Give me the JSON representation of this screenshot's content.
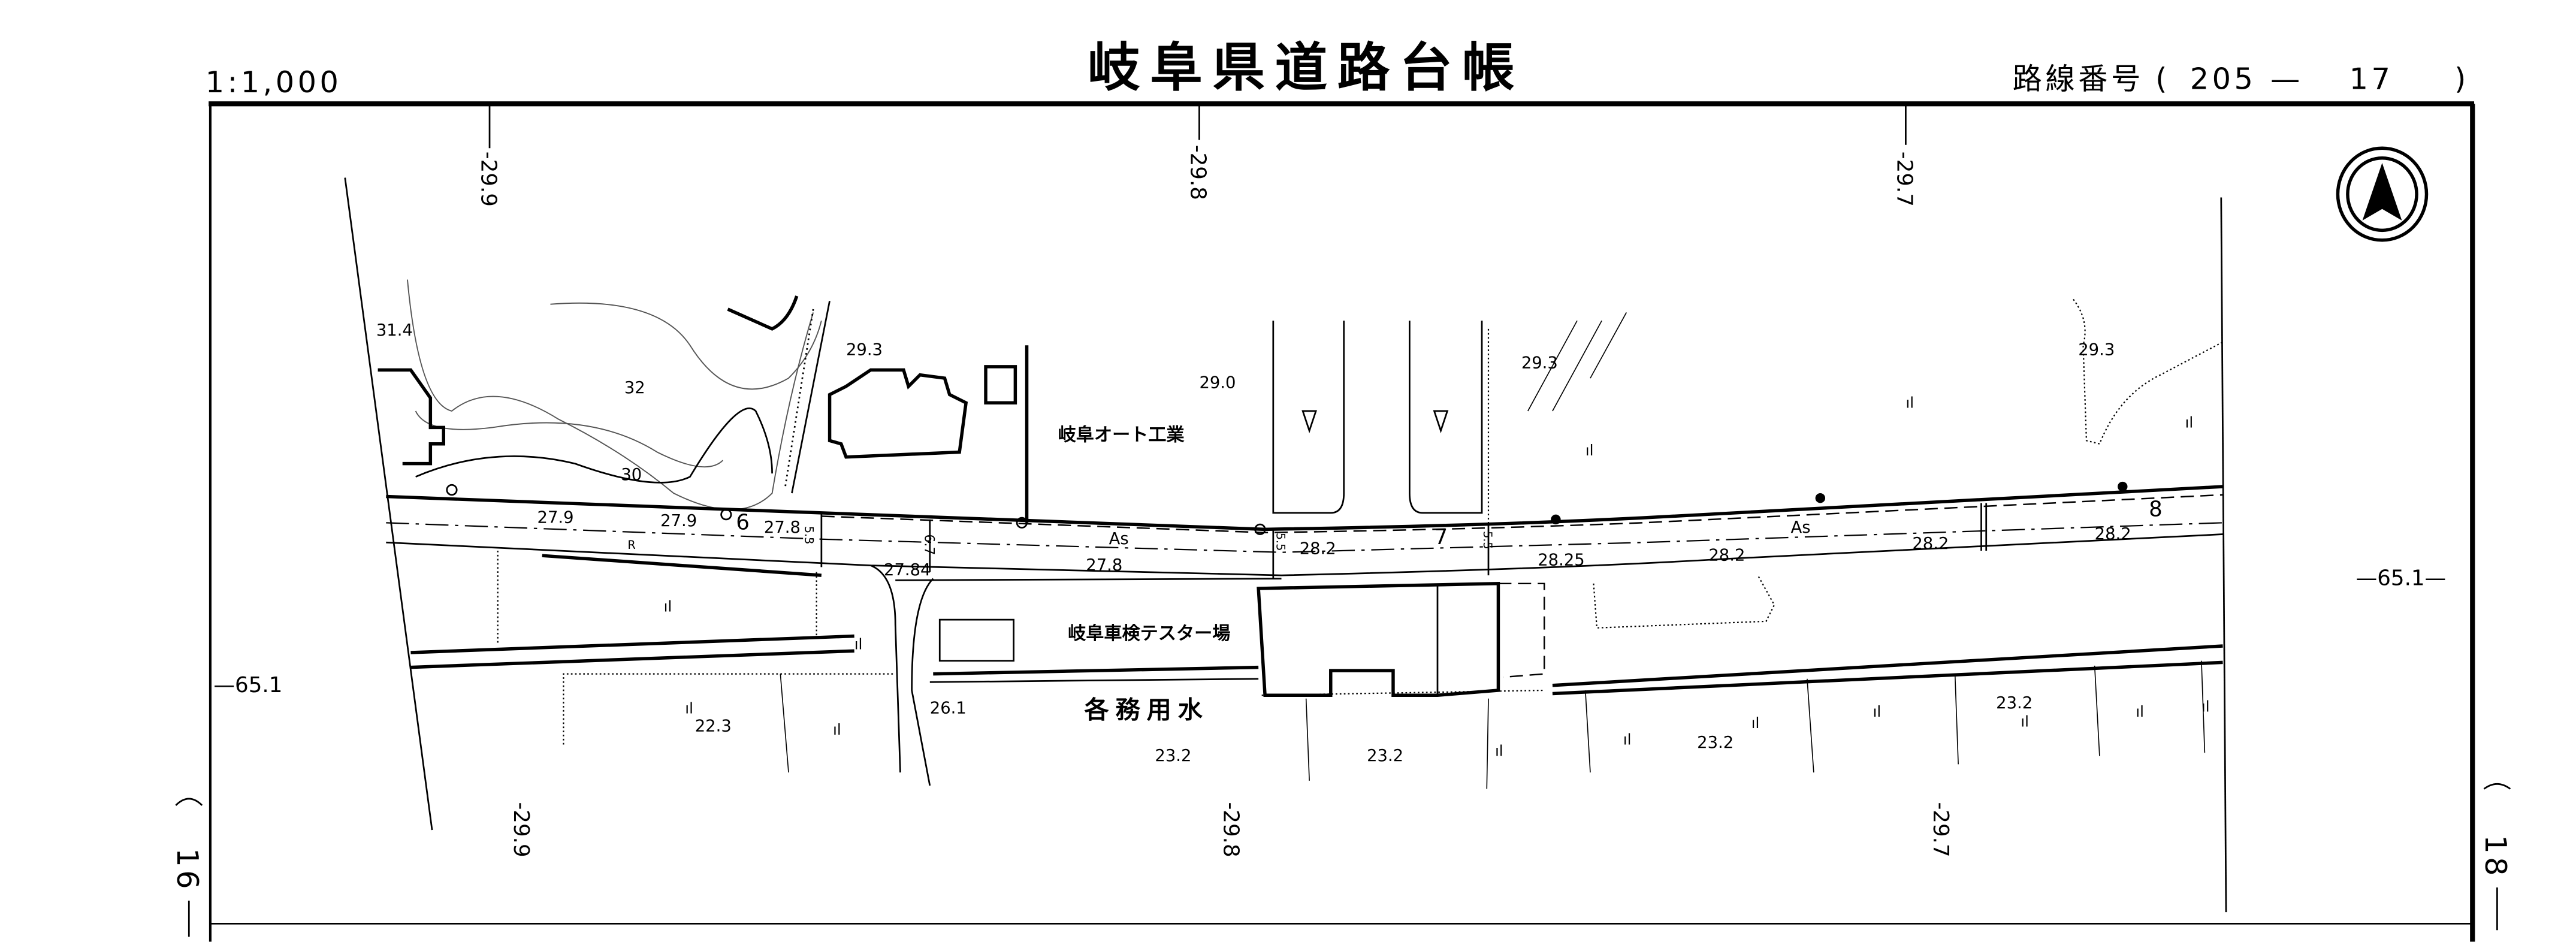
{
  "header": {
    "scale": "1:1,000",
    "title": "岐阜県道路台帳",
    "route_label": "路線番号",
    "route_open": "(",
    "route_number": "205",
    "route_sep": "—",
    "route_sub": "17",
    "route_close": ")"
  },
  "grid": {
    "top": [
      "-29.9",
      "-29.8",
      "-29.7"
    ],
    "bottom": [
      "-29.9",
      "-29.8",
      "-29.7"
    ],
    "left_y": "—65.1",
    "right_y": "—65.1—"
  },
  "sheets": {
    "left": "16",
    "right": "18"
  },
  "places": {
    "factory": "岐阜オート工業",
    "tester": "岐阜車検テスター場",
    "canal": "各務用水"
  },
  "road": {
    "surface": [
      "As",
      "As"
    ],
    "stations": [
      "6",
      "7",
      "8"
    ],
    "widths": [
      "5.3",
      "6.7",
      "5.5",
      "5.5"
    ],
    "marker_r": "R"
  },
  "elevations": [
    "31.4",
    "29.3",
    "29.0",
    "29.3",
    "29.3",
    "32",
    "30",
    "27.9",
    "27.9",
    "27.8",
    "27.84",
    "27.8",
    "28.2",
    "28.25",
    "28.2",
    "28.2",
    "28.2",
    "26.1",
    "22.3",
    "23.2",
    "23.2",
    "23.2",
    "23.2"
  ],
  "map_symbols": [
    "ıl",
    "ıl",
    "ıl",
    "ıl",
    "ıl",
    "ıl",
    "ıl",
    "ıl",
    "ıl",
    "ıl",
    "ıl",
    "ıl",
    "ıl",
    "ıl"
  ],
  "colors": {
    "ink": "#000000",
    "paper": "#ffffff"
  }
}
